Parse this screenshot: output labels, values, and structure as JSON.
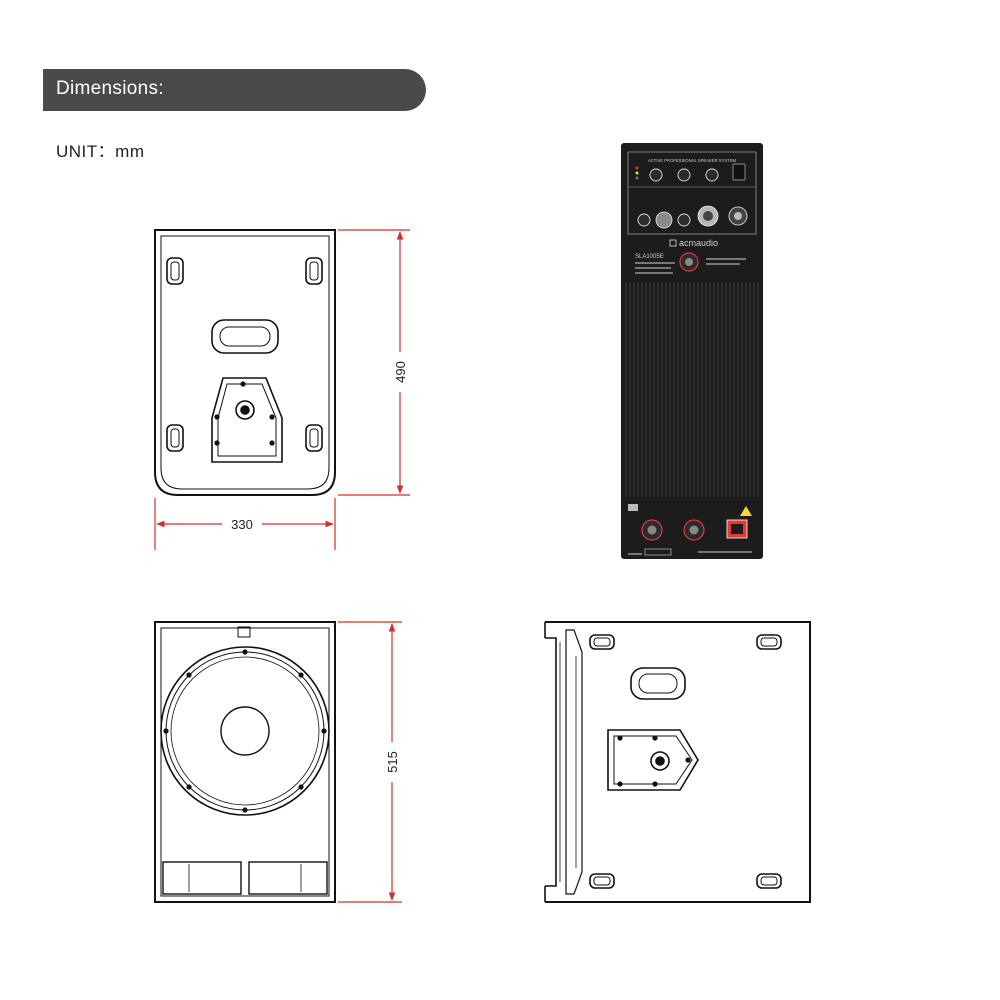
{
  "section": {
    "title": "Dimensions:"
  },
  "unit": {
    "label": "UNIT：mm"
  },
  "dimensions": {
    "height_top": "490",
    "width_top": "330",
    "height_front": "515"
  },
  "amp_panel": {
    "brand": "acmaudio",
    "model": "SLA1005E",
    "header": "ACTIVE PROFESSIONAL SPEAKER SYSTEM"
  },
  "colors": {
    "dimension_line": "#d32f2f",
    "banner": "#4a4a4a",
    "panel": "#1c1c1c"
  }
}
